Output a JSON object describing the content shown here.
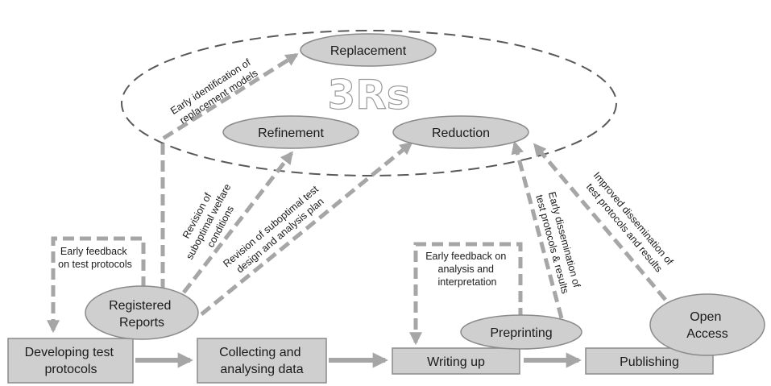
{
  "diagram": {
    "center_label": "3Rs",
    "nodes": {
      "replacement": "Replacement",
      "refinement": "Refinement",
      "reduction": "Reduction",
      "registered_reports": [
        "Registered",
        "Reports"
      ],
      "preprinting": "Preprinting",
      "open_access": [
        "Open",
        "Access"
      ],
      "developing": [
        "Developing test",
        "protocols"
      ],
      "collecting": [
        "Collecting and",
        "analysing data"
      ],
      "writing_up": "Writing up",
      "publishing": "Publishing"
    },
    "edge_labels": {
      "early_identification": [
        "Early identification of",
        "replacement models"
      ],
      "revision_welfare": [
        "Revision of",
        "suboptimal welfare",
        "conditions"
      ],
      "revision_design": [
        "Revision of suboptimal test",
        "design and analysis plan"
      ],
      "early_feedback_protocols": [
        "Early feedback",
        "on test protocols"
      ],
      "early_feedback_analysis": [
        "Early feedback on",
        "analysis and",
        "interpretation"
      ],
      "early_dissemination": [
        "Early dissemination of",
        "test protocols & results"
      ],
      "improved_dissemination": [
        "Improved dissemination of",
        "test protocols and results"
      ]
    },
    "colors": {
      "node_fill": "#cfcfcf",
      "node_stroke": "#8a8a8a",
      "arrow": "#a6a6a6",
      "ellipse_dash": "#595959"
    }
  }
}
